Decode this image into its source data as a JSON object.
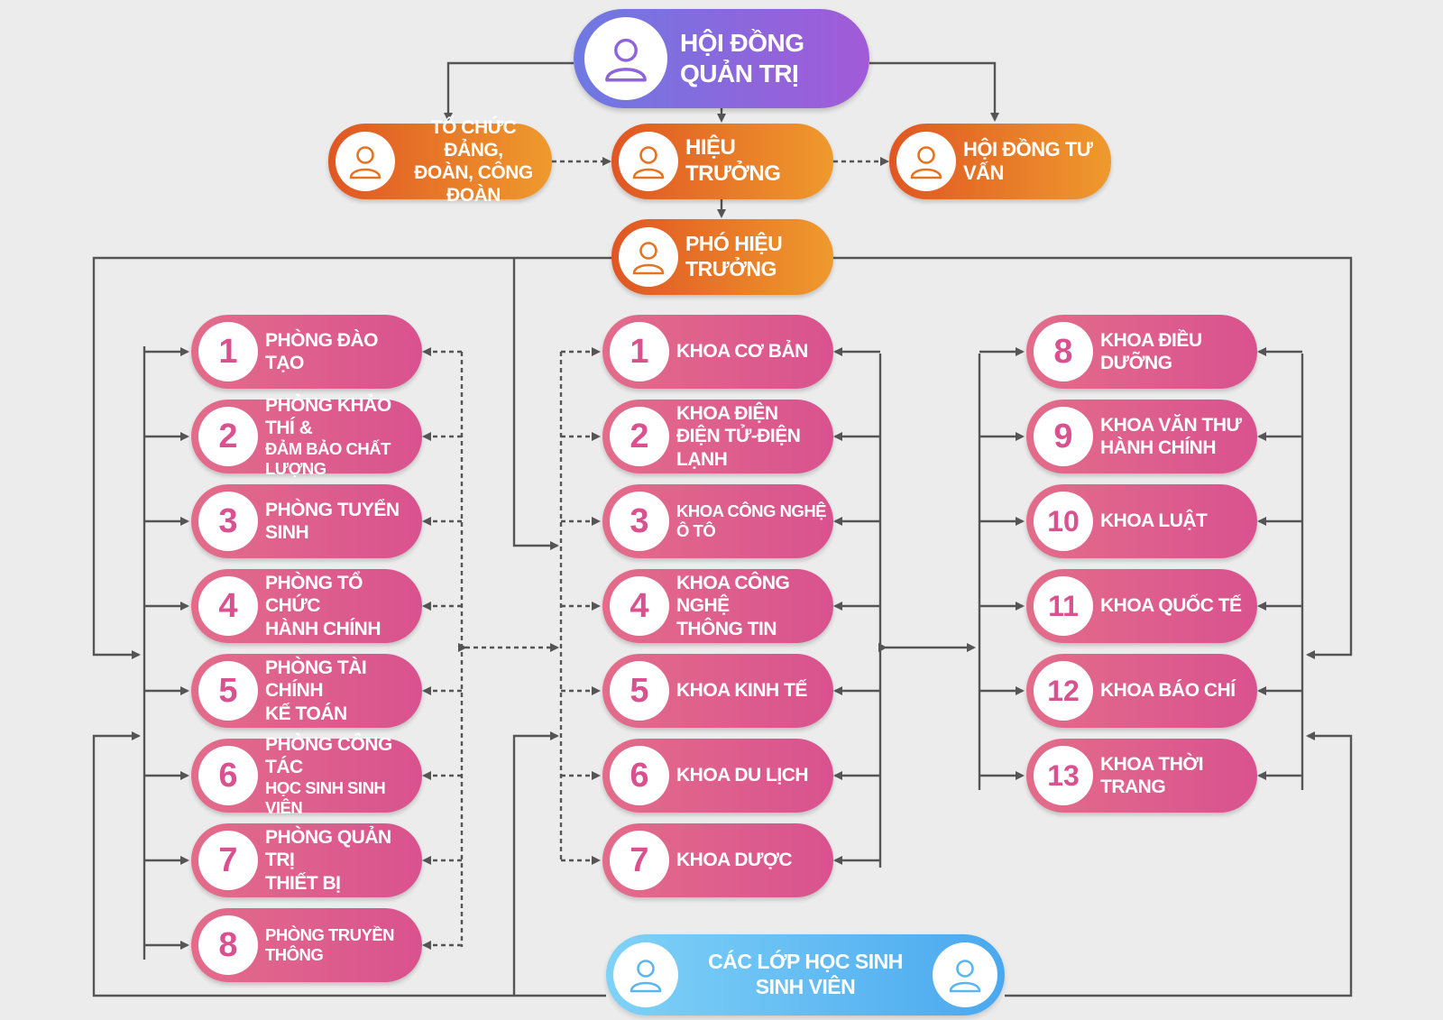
{
  "colors": {
    "pink": "#d9528f",
    "orange": "#e8721f",
    "purple": "#9b5bd9",
    "blue": "#5ab6f2",
    "connector": "#555555",
    "background": "#ececec"
  },
  "top": {
    "board": "HỘI ĐỒNG QUẢN TRỊ",
    "party": [
      "TỔ CHỨC ĐẢNG,",
      "ĐOÀN, CÔNG ĐOÀN"
    ],
    "principal": "HIỆU TRƯỞNG",
    "advisory": "HỘI ĐỒNG TƯ VẤN",
    "vice_principal": "PHÓ HIỆU TRƯỞNG"
  },
  "departments": [
    {
      "num": "1",
      "lines": [
        "PHÒNG ĐÀO TẠO"
      ]
    },
    {
      "num": "2",
      "lines": [
        "PHÒNG KHẢO THÍ &",
        "ĐẢM BẢO CHẤT LƯỢNG"
      ]
    },
    {
      "num": "3",
      "lines": [
        "PHÒNG TUYỂN SINH"
      ]
    },
    {
      "num": "4",
      "lines": [
        "PHÒNG TỔ CHỨC",
        "HÀNH CHÍNH"
      ]
    },
    {
      "num": "5",
      "lines": [
        "PHÒNG TÀI CHÍNH",
        "KẾ TOÁN"
      ]
    },
    {
      "num": "6",
      "lines": [
        "PHÒNG  CÔNG TÁC",
        "HỌC SINH SINH VIÊN"
      ]
    },
    {
      "num": "7",
      "lines": [
        "PHÒNG  QUẢN TRỊ",
        "THIẾT BỊ"
      ]
    },
    {
      "num": "8",
      "lines": [
        "PHÒNG  TRUYỀN THÔNG"
      ]
    }
  ],
  "faculties_left": [
    {
      "num": "1",
      "lines": [
        "KHOA CƠ BẢN"
      ]
    },
    {
      "num": "2",
      "lines": [
        "KHOA ĐIỆN",
        "ĐIỆN TỬ-ĐIỆN LẠNH"
      ]
    },
    {
      "num": "3",
      "lines": [
        "KHOA CÔNG NGHỆ Ô TÔ"
      ]
    },
    {
      "num": "4",
      "lines": [
        "KHOA CÔNG NGHỆ",
        "THÔNG TIN"
      ]
    },
    {
      "num": "5",
      "lines": [
        "KHOA KINH TẾ"
      ]
    },
    {
      "num": "6",
      "lines": [
        "KHOA DU LỊCH"
      ]
    },
    {
      "num": "7",
      "lines": [
        "KHOA DƯỢC"
      ]
    }
  ],
  "faculties_right": [
    {
      "num": "8",
      "lines": [
        "KHOA ĐIỀU DƯỠNG"
      ]
    },
    {
      "num": "9",
      "lines": [
        "KHOA VĂN THƯ",
        "HÀNH CHÍNH"
      ]
    },
    {
      "num": "10",
      "lines": [
        "KHOA LUẬT"
      ]
    },
    {
      "num": "11",
      "lines": [
        "KHOA QUỐC TẾ"
      ]
    },
    {
      "num": "12",
      "lines": [
        "KHOA BÁO CHÍ"
      ]
    },
    {
      "num": "13",
      "lines": [
        "KHOA THỜI TRANG"
      ]
    }
  ],
  "students": "CÁC LỚP HỌC SINH SINH VIÊN"
}
